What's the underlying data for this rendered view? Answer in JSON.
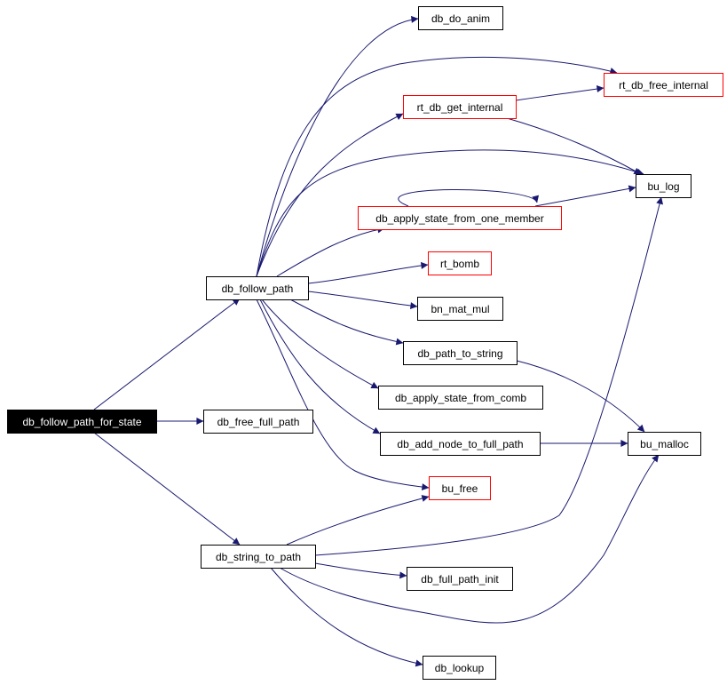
{
  "colors": {
    "edge": "#191970",
    "normal_border": "#000000",
    "highlight_border": "#ff0000",
    "root_fill": "#000000",
    "root_text": "#ffffff",
    "node_fill": "#ffffff",
    "node_text": "#000000"
  },
  "nodes": {
    "db_follow_path_for_state": {
      "label": "db_follow_path_for_state",
      "style": "root"
    },
    "db_follow_path": {
      "label": "db_follow_path",
      "style": "normal"
    },
    "db_free_full_path": {
      "label": "db_free_full_path",
      "style": "normal"
    },
    "db_string_to_path": {
      "label": "db_string_to_path",
      "style": "normal"
    },
    "db_do_anim": {
      "label": "db_do_anim",
      "style": "normal"
    },
    "rt_db_free_internal": {
      "label": "rt_db_free_internal",
      "style": "red"
    },
    "rt_db_get_internal": {
      "label": "rt_db_get_internal",
      "style": "red"
    },
    "bu_log": {
      "label": "bu_log",
      "style": "normal"
    },
    "db_apply_state_from_one_member": {
      "label": "db_apply_state_from_one_member",
      "style": "red"
    },
    "rt_bomb": {
      "label": "rt_bomb",
      "style": "red"
    },
    "bn_mat_mul": {
      "label": "bn_mat_mul",
      "style": "normal"
    },
    "db_path_to_string": {
      "label": "db_path_to_string",
      "style": "normal"
    },
    "db_apply_state_from_comb": {
      "label": "db_apply_state_from_comb",
      "style": "normal"
    },
    "db_add_node_to_full_path": {
      "label": "db_add_node_to_full_path",
      "style": "normal"
    },
    "bu_malloc": {
      "label": "bu_malloc",
      "style": "normal"
    },
    "bu_free": {
      "label": "bu_free",
      "style": "red"
    },
    "db_full_path_init": {
      "label": "db_full_path_init",
      "style": "normal"
    },
    "db_lookup": {
      "label": "db_lookup",
      "style": "normal"
    }
  },
  "edges": [
    {
      "from": "db_follow_path_for_state",
      "to": "db_follow_path"
    },
    {
      "from": "db_follow_path_for_state",
      "to": "db_free_full_path"
    },
    {
      "from": "db_follow_path_for_state",
      "to": "db_string_to_path"
    },
    {
      "from": "db_follow_path",
      "to": "db_do_anim"
    },
    {
      "from": "db_follow_path",
      "to": "rt_db_free_internal"
    },
    {
      "from": "db_follow_path",
      "to": "rt_db_get_internal"
    },
    {
      "from": "db_follow_path",
      "to": "bu_log"
    },
    {
      "from": "db_follow_path",
      "to": "db_apply_state_from_one_member"
    },
    {
      "from": "db_follow_path",
      "to": "rt_bomb"
    },
    {
      "from": "db_follow_path",
      "to": "bn_mat_mul"
    },
    {
      "from": "db_follow_path",
      "to": "db_path_to_string"
    },
    {
      "from": "db_follow_path",
      "to": "db_apply_state_from_comb"
    },
    {
      "from": "db_follow_path",
      "to": "db_add_node_to_full_path"
    },
    {
      "from": "db_follow_path",
      "to": "bu_free"
    },
    {
      "from": "rt_db_get_internal",
      "to": "rt_db_free_internal"
    },
    {
      "from": "rt_db_get_internal",
      "to": "bu_log"
    },
    {
      "from": "db_apply_state_from_one_member",
      "to": "bu_log"
    },
    {
      "from": "db_apply_state_from_one_member",
      "to": "db_apply_state_from_one_member"
    },
    {
      "from": "db_path_to_string",
      "to": "bu_malloc"
    },
    {
      "from": "db_add_node_to_full_path",
      "to": "bu_malloc"
    },
    {
      "from": "db_string_to_path",
      "to": "bu_free"
    },
    {
      "from": "db_string_to_path",
      "to": "bu_log"
    },
    {
      "from": "db_string_to_path",
      "to": "db_full_path_init"
    },
    {
      "from": "db_string_to_path",
      "to": "bu_malloc"
    },
    {
      "from": "db_string_to_path",
      "to": "db_lookup"
    }
  ]
}
